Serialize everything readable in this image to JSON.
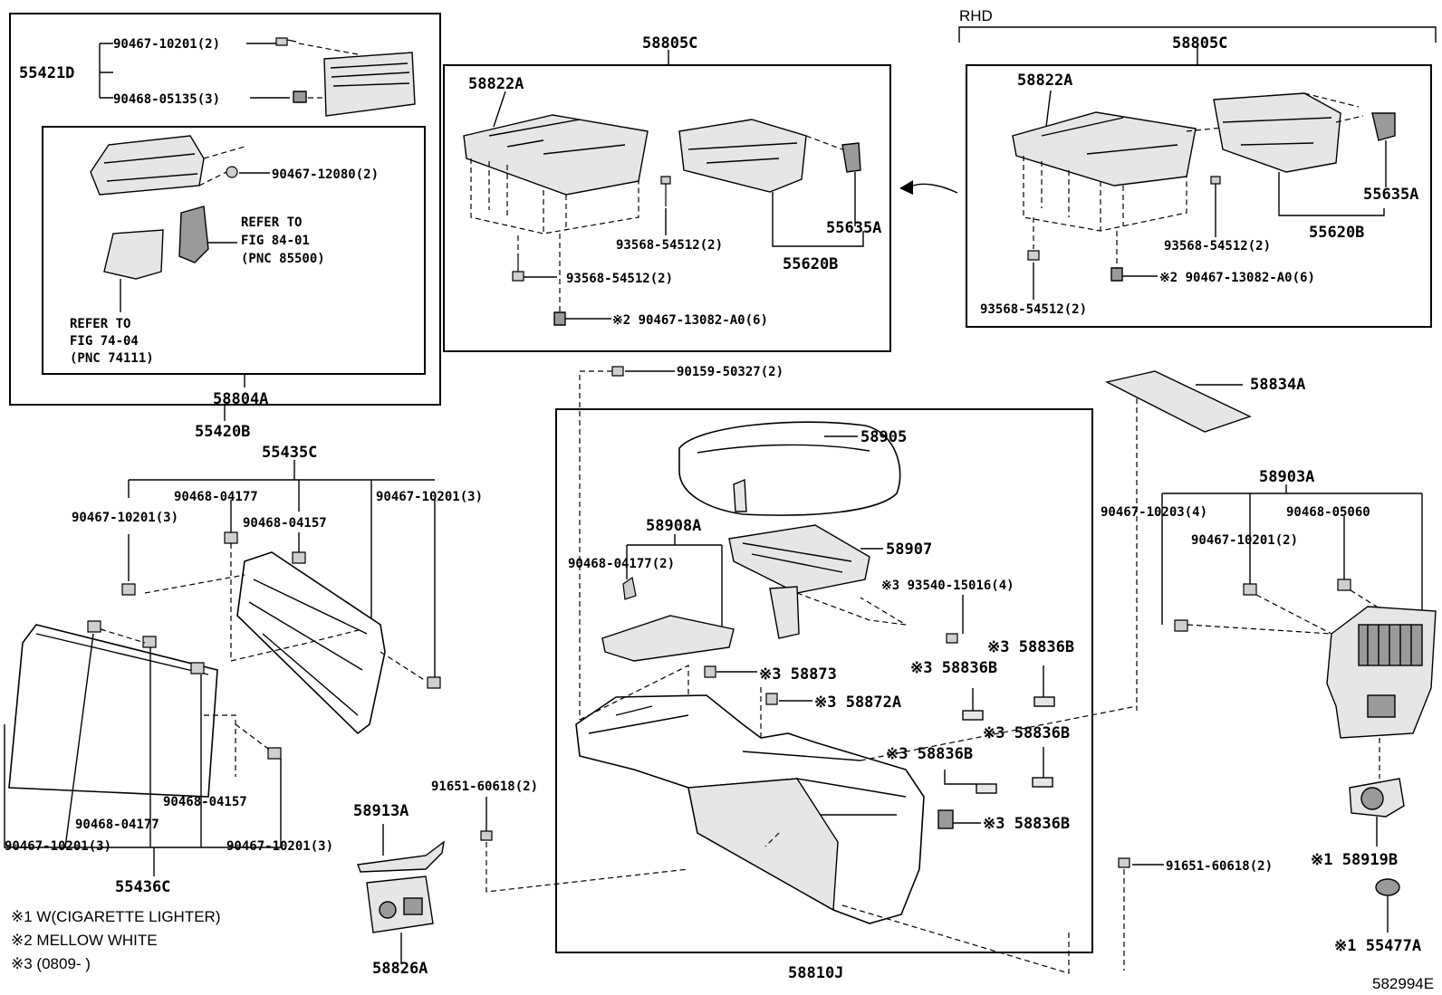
{
  "frame_labels": {
    "rhd": "RHD",
    "assy_58805c_lhd": "58805C",
    "assy_58805c_rhd": "58805C",
    "assy_58804a": "58804A",
    "assy_55420b": "55420B",
    "assy_58810j": "58810J"
  },
  "top_left": {
    "p55421d": "55421D",
    "p90467_10201_2": "90467-10201(2)",
    "p90468_05135_3": "90468-05135(3)",
    "p90467_12080_2": "90467-12080(2)",
    "refer_84_l1": "REFER TO",
    "refer_84_l2": "FIG 84-01",
    "refer_84_l3": "(PNC 85500)",
    "refer_74_l1": "REFER TO",
    "refer_74_l2": "FIG 74-04",
    "refer_74_l3": "(PNC 74111)"
  },
  "lhd_panel": {
    "p58822a": "58822A",
    "p93568_54512_a": "93568-54512(2)",
    "p93568_54512_b": "93568-54512(2)",
    "p55635a": "55635A",
    "p55620b": "55620B",
    "p90467_13082": "※2 90467-13082-A0(6)"
  },
  "rhd_panel": {
    "p58822a": "58822A",
    "p55635a": "55635A",
    "p55620b": "55620B",
    "p93568_54512_a": "93568-54512(2)",
    "p93568_54512_b": "93568-54512(2)",
    "p90467_13082": "※2 90467-13082-A0(6)"
  },
  "left_lower": {
    "p55435c": "55435C",
    "p90468_04177_top": "90468-04177",
    "p90468_04157_top": "90468-04157",
    "p90467_10201_3_left": "90467-10201(3)",
    "p90467_10201_3_right": "90467-10201(3)",
    "p90468_04157_bot": "90468-04157",
    "p90468_04177_bot": "90468-04177",
    "p90467_10201_3_bl": "90467-10201(3)",
    "p90467_10201_3_br": "90467-10201(3)",
    "p55436c": "55436C"
  },
  "center": {
    "p90159_50327": "90159-50327(2)",
    "p58905": "58905",
    "p58908a": "58908A",
    "p90468_04177_2": "90468-04177(2)",
    "p58907": "58907",
    "p93540_15016": "※3 93540-15016(4)",
    "p58836b_1": "※3 58836B",
    "p58836b_2": "※3 58836B",
    "p58873": "※3 58873",
    "p58872a": "※3 58872A",
    "p58836b_3": "※3 58836B",
    "p58836b_4": "※3 58836B",
    "p58836b_5": "※3 58836B",
    "p91651_left": "91651-60618(2)",
    "p58913a": "58913A",
    "p58826a": "58826A"
  },
  "right": {
    "p58834a": "58834A",
    "p58903a": "58903A",
    "p90467_10203_4": "90467-10203(4)",
    "p90468_05060": "90468-05060",
    "p90467_10201_2": "90467-10201(2)",
    "p91651_right": "91651-60618(2)",
    "p58919b": "※1 58919B",
    "p55477a": "※1 55477A"
  },
  "legend": {
    "note1": "※1 W(CIGARETTE LIGHTER)",
    "note2": "※2 MELLOW WHITE",
    "note3": "※3 (0809-    )"
  },
  "figure_code": "582994E"
}
